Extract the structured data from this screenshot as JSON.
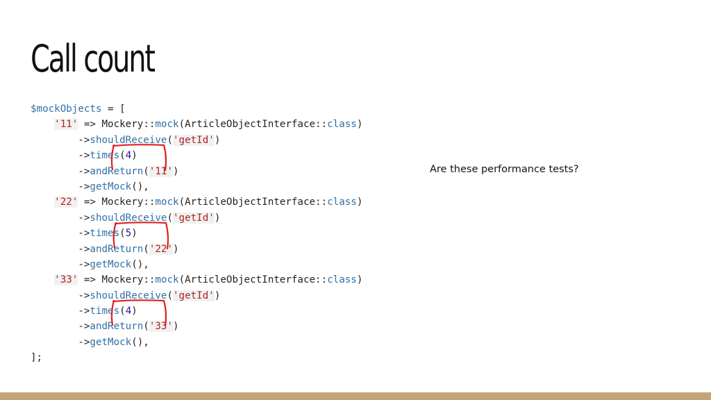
{
  "slide": {
    "title": "Call count",
    "note": "Are these performance tests?"
  },
  "code": {
    "open_var": "$mockObjects",
    "open_rest": " = [",
    "arrow": " => ",
    "mockery": "Mockery",
    "dcolon": "::",
    "mock_fn": "mock",
    "paren_open": "(",
    "interface": "ArticleObjectInterface",
    "class_kw": "class",
    "paren_close": ")",
    "indent_call": "        ->",
    "should_receive": "shouldReceive",
    "get_id": "'getId'",
    "times_fn": "times",
    "and_return": "andReturn",
    "get_mock": "getMock",
    "get_mock_tail": "(),",
    "close": "];",
    "entries": [
      {
        "key": "'11'",
        "times": "4",
        "ret": "'11'"
      },
      {
        "key": "'22'",
        "times": "5",
        "ret": "'22'"
      },
      {
        "key": "'33'",
        "times": "4",
        "ret": "'33'"
      }
    ]
  },
  "colors": {
    "annotation": "#e02020",
    "bottom_bar": "#c4a476"
  }
}
